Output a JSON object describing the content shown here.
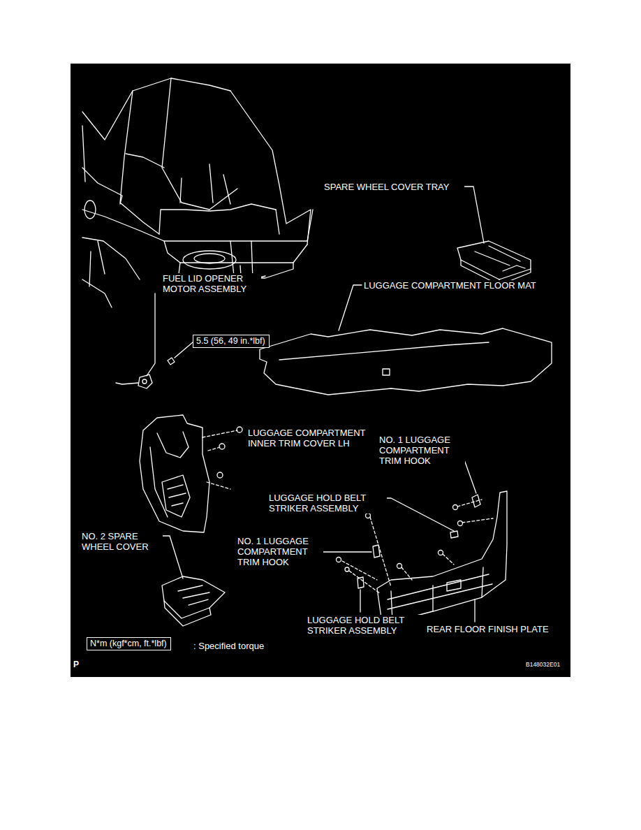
{
  "diagram": {
    "nodes": [
      {
        "text": [
          "5.5 (56, 49 in.*lbf)"
        ]
      },
      {
        "text": [
          "N*m (kgf*cm, ft.*lbf)"
        ]
      }
    ],
    "labels": [
      "SPARE WHEEL COVER TRAY",
      "FUEL LID OPENER MOTOR ASSEMBLY",
      "LUGGAGE COMPARTMENT FLOOR MAT",
      "LUGGAGE COMPARTMENT INNER TRIM COVER LH",
      "NO. 1 LUGGAGE COMPARTMENT TRIM HOOK",
      "LUGGAGE HOLD BELT STRIKER ASSEMBLY",
      "NO. 2 SPARE WHEEL COVER",
      "NO. 1 LUGGAGE COMPARTMENT TRIM HOOK",
      "LUGGAGE HOLD BELT STRIKER ASSEMBLY",
      "REAR FLOOR FINISH PLATE",
      ": Specified torque",
      "P",
      "B148032E01"
    ]
  }
}
